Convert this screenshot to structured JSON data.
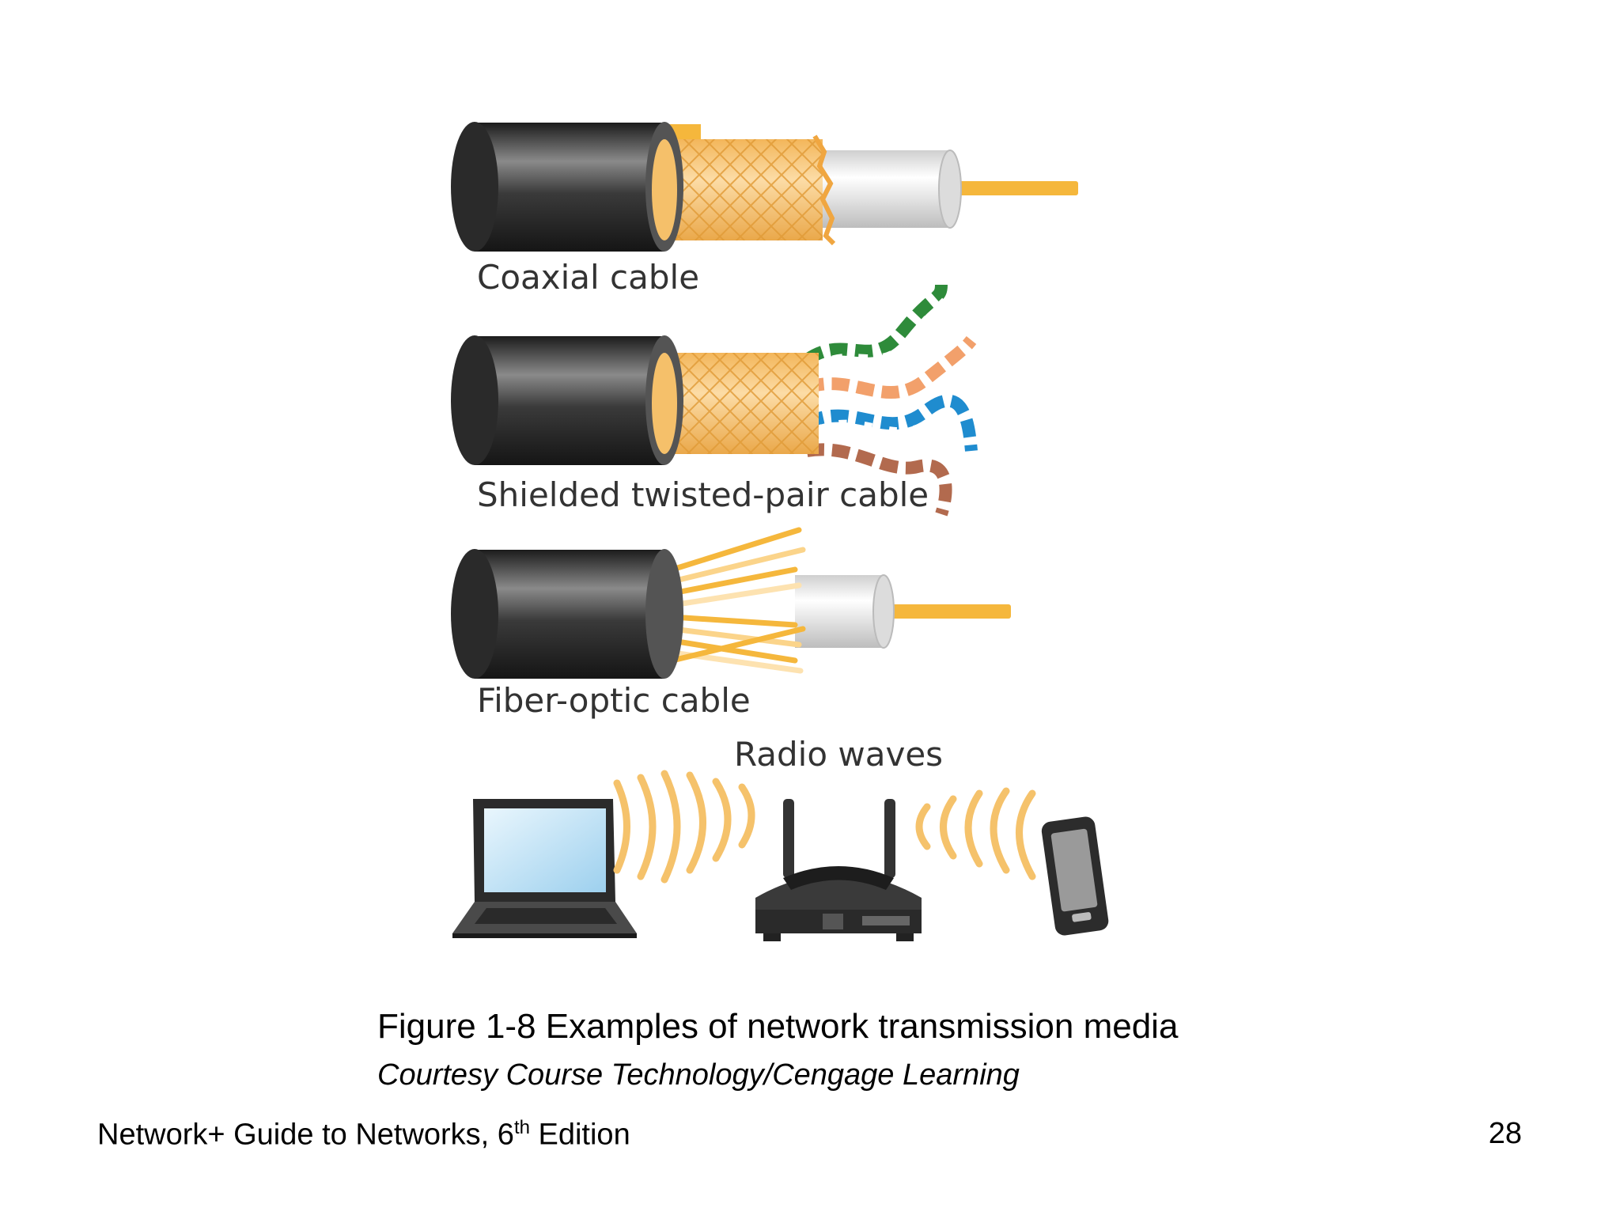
{
  "figure": {
    "labels": {
      "coaxial": "Coaxial cable",
      "stp": "Shielded twisted-pair cable",
      "fiber": "Fiber-optic cable",
      "radio": "Radio waves"
    }
  },
  "caption": {
    "title": "Figure 1-8 Examples of network transmission media",
    "credit": "Courtesy Course Technology/Cengage Learning"
  },
  "footer": {
    "book_prefix": "Network+ Guide to Networks, 6",
    "book_sup": "th",
    "book_suffix": " Edition",
    "page_number": "28"
  },
  "colors": {
    "jacket": "#3a3a3a",
    "braid": "#f7c77a",
    "insulator": "#e6e6e6",
    "core": "#f5b73c",
    "radio_wave": "#f5c26b",
    "pair_green": "#2e8b3a",
    "pair_orange": "#f2a06b",
    "pair_blue": "#1f8ccf",
    "pair_brown": "#b26a4e"
  }
}
